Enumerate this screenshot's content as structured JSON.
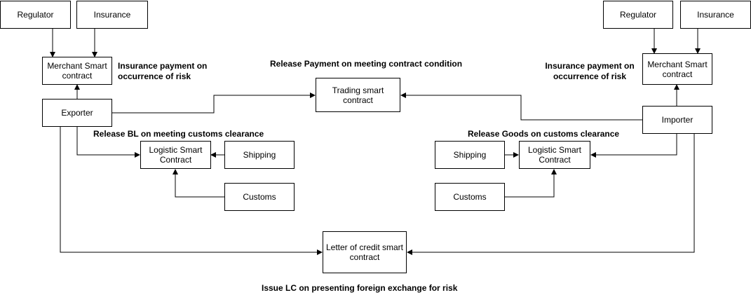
{
  "boxes": {
    "regulator_left": "Regulator",
    "insurance_left": "Insurance",
    "merchant_left": "Merchant Smart\ncontract",
    "exporter": "Exporter",
    "logistic_left": "Logistic Smart\nContract",
    "shipping_left": "Shipping",
    "customs_left": "Customs",
    "trading": "Trading smart\ncontract",
    "loc": "Letter of credit smart\ncontract",
    "regulator_right": "Regulator",
    "insurance_right": "Insurance",
    "merchant_right": "Merchant Smart\ncontract",
    "importer": "Importer",
    "logistic_right": "Logistic Smart\nContract",
    "shipping_right": "Shipping",
    "customs_right": "Customs"
  },
  "labels": {
    "insurance_payment_left": "Insurance payment on\noccurrence of risk",
    "insurance_payment_right": "Insurance payment on\noccurrence of risk",
    "release_payment": "Release Payment on meeting contract condition",
    "release_bl": "Release BL on meeting customs clearance",
    "release_goods": "Release Goods on customs clearance",
    "issue_lc": "Issue LC on presenting foreign exchange for risk"
  }
}
